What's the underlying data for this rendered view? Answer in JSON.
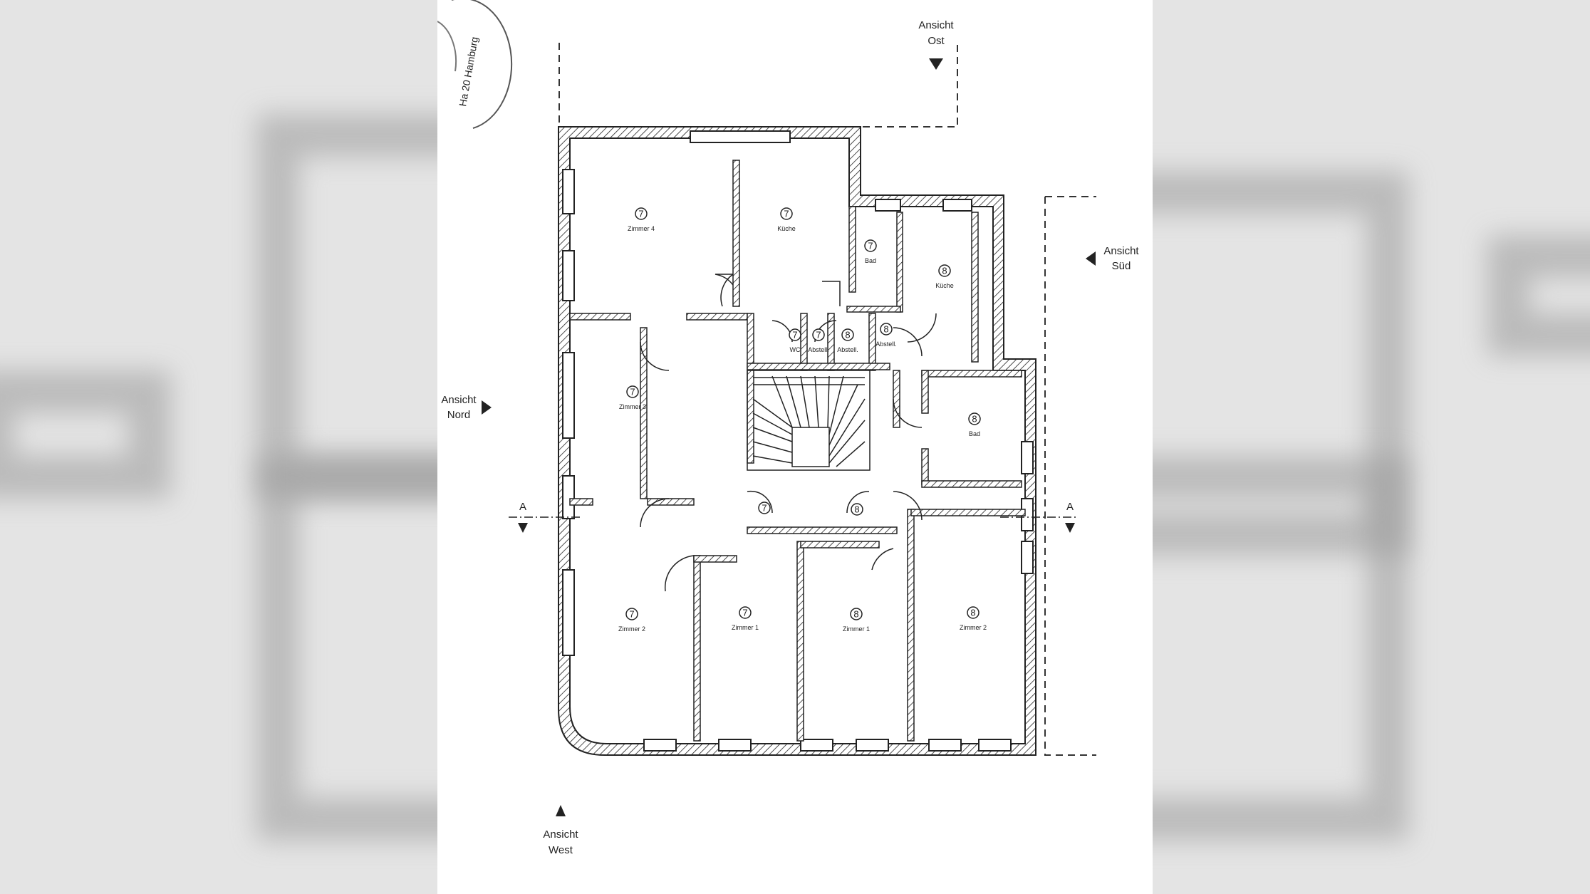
{
  "stamp": {
    "text": "Ha 20 Hamburg"
  },
  "views": {
    "ost": {
      "line1": "Ansicht",
      "line2": "Ost"
    },
    "sued": {
      "line1": "Ansicht",
      "line2": "Süd"
    },
    "nord": {
      "line1": "Ansicht",
      "line2": "Nord"
    },
    "west": {
      "line1": "Ansicht",
      "line2": "West"
    }
  },
  "section": {
    "left": "A",
    "right": "A"
  },
  "rooms": [
    {
      "num": "7",
      "label": "Zimmer 4"
    },
    {
      "num": "7",
      "label": "Küche"
    },
    {
      "num": "7",
      "label": "Bad"
    },
    {
      "num": "8",
      "label": "Küche"
    },
    {
      "num": "7",
      "label": "WC"
    },
    {
      "num": "7",
      "label": "Abstell."
    },
    {
      "num": "8",
      "label": "Abstell."
    },
    {
      "num": "8",
      "label": "Abstell."
    },
    {
      "num": "7",
      "label": "Zimmer 3"
    },
    {
      "num": "8",
      "label": "Bad"
    },
    {
      "num": "7",
      "label": ""
    },
    {
      "num": "8",
      "label": ""
    },
    {
      "num": "7",
      "label": "Zimmer 2"
    },
    {
      "num": "7",
      "label": "Zimmer 1"
    },
    {
      "num": "8",
      "label": "Zimmer 1"
    },
    {
      "num": "8",
      "label": "Zimmer 2"
    }
  ],
  "colors": {
    "ink": "#222222",
    "paper": "#ffffff",
    "background": "#d9d9d9"
  }
}
